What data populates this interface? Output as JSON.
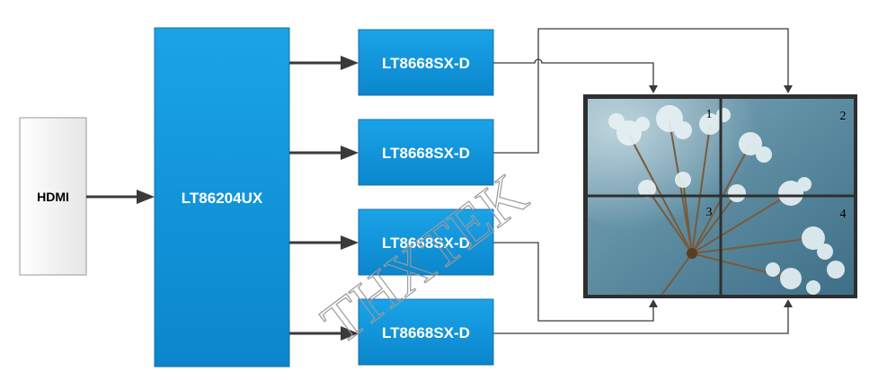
{
  "input": {
    "label": "HDMI"
  },
  "splitter": {
    "label": "LT86204UX"
  },
  "converters": [
    {
      "label": "LT8668SX-D"
    },
    {
      "label": "LT8668SX-D"
    },
    {
      "label": "LT8668SX-D"
    },
    {
      "label": "LT8668SX-D"
    }
  ],
  "video_wall": {
    "panels": [
      "1",
      "2",
      "3",
      "4"
    ]
  },
  "watermark": "THXTEK",
  "colors": {
    "block_fill": "#0f8fd6",
    "block_border": "#1b6fa8",
    "arrow": "#3a3a3a",
    "wall_frame": "#333333"
  }
}
